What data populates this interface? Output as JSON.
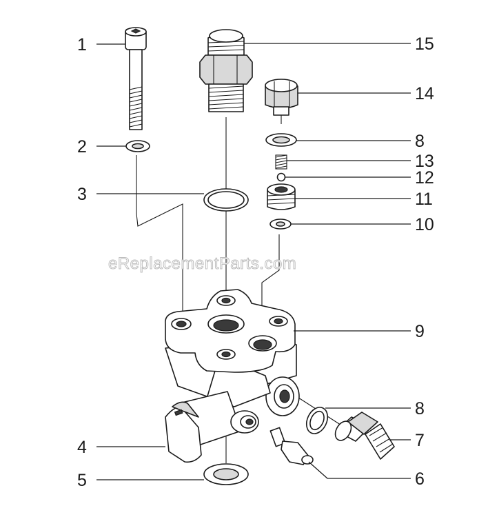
{
  "watermark": "eReplacementParts.com",
  "callouts": [
    {
      "id": "1",
      "label": "1"
    },
    {
      "id": "2",
      "label": "2"
    },
    {
      "id": "3",
      "label": "3"
    },
    {
      "id": "4",
      "label": "4"
    },
    {
      "id": "5",
      "label": "5"
    },
    {
      "id": "6",
      "label": "6"
    },
    {
      "id": "7",
      "label": "7"
    },
    {
      "id": "8a",
      "label": "8"
    },
    {
      "id": "8b",
      "label": "8"
    },
    {
      "id": "9",
      "label": "9"
    },
    {
      "id": "10",
      "label": "10"
    },
    {
      "id": "11",
      "label": "11"
    },
    {
      "id": "12",
      "label": "12"
    },
    {
      "id": "13",
      "label": "13"
    },
    {
      "id": "14",
      "label": "14"
    },
    {
      "id": "15",
      "label": "15"
    }
  ]
}
